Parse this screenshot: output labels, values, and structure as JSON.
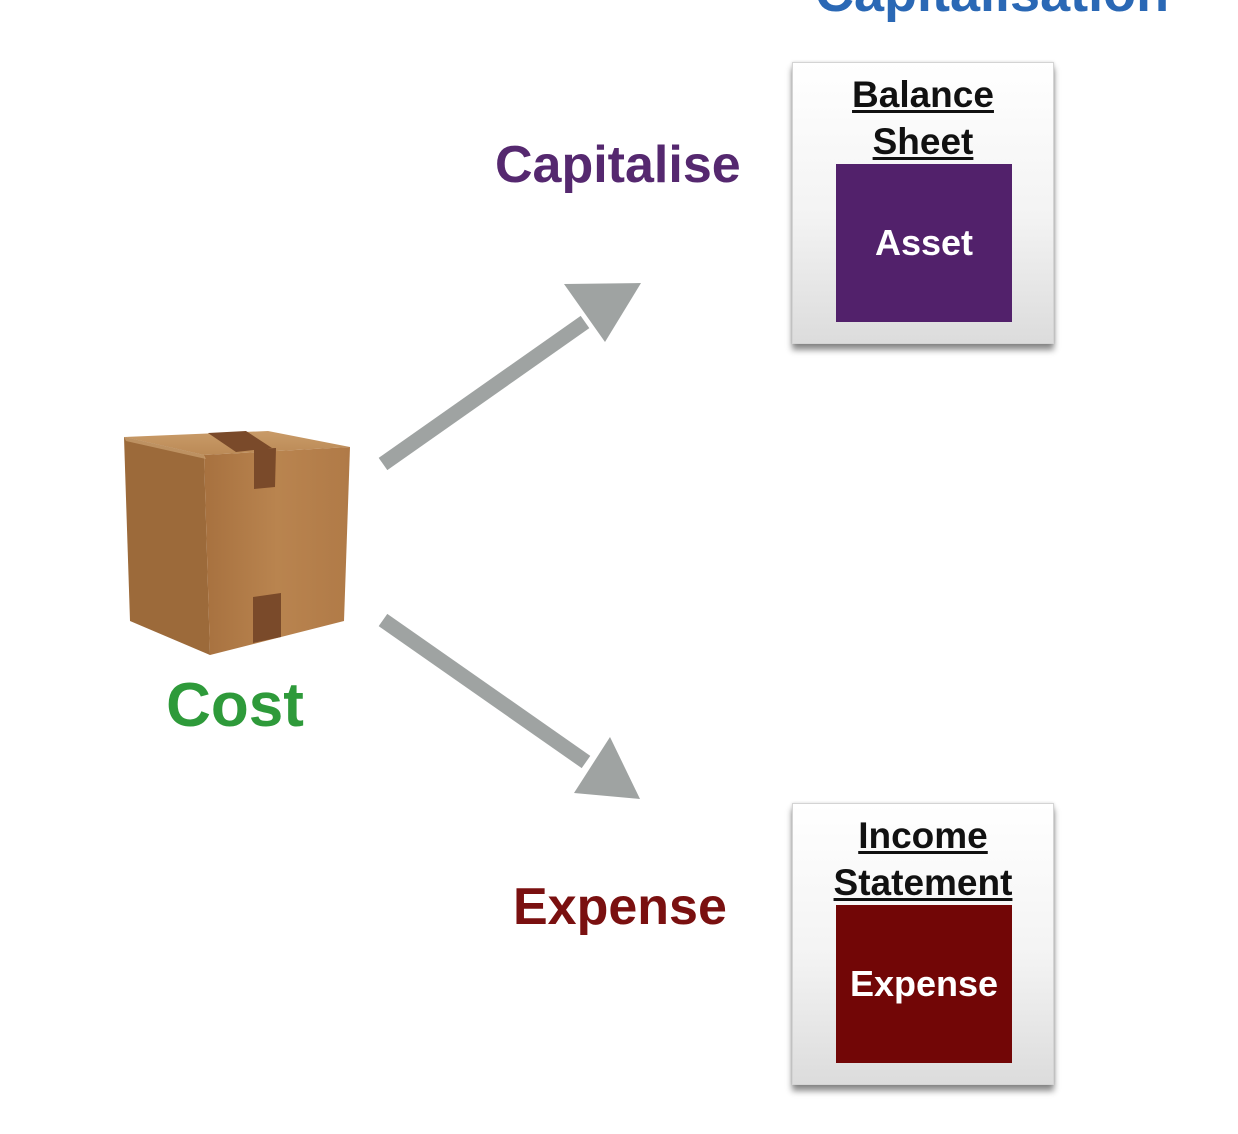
{
  "title": "Capitalisation",
  "source": {
    "icon": "cardboard-box-icon",
    "label": "Cost"
  },
  "paths": {
    "capitalise": {
      "label": "Capitalise",
      "statement_line1": "Balance",
      "statement_line2": "Sheet",
      "account": "Asset"
    },
    "expense": {
      "label": "Expense",
      "statement_line1": "Income",
      "statement_line2": "Statement",
      "account": "Expense"
    }
  },
  "colors": {
    "title": "#2a68b5",
    "cost": "#2e9a3a",
    "capitalise": "#55286f",
    "asset": "#52216b",
    "expense_label": "#7a1010",
    "expense_block": "#720606",
    "arrow": "#9fa3a2",
    "box": "#b98654",
    "tape": "#7a4a2a"
  }
}
